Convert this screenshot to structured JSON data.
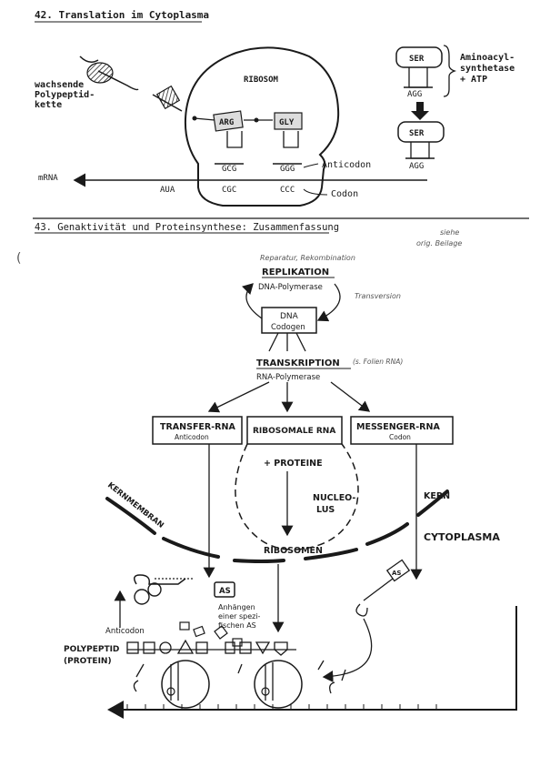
{
  "section42": {
    "title": "42. Translation im Cytoplasma",
    "wachsende": "wachsende",
    "polypeptid": "Polypeptid-",
    "kette": "kette",
    "ribosom": "RIBOSOM",
    "arg": "ARG",
    "gly": "GLY",
    "gcg": "GCG",
    "ggg": "GGG",
    "cgc": "CGC",
    "ccc": "CCC",
    "aua": "AUA",
    "mrna": "mRNA",
    "anticodon": "Anticodon",
    "codon": "Codon",
    "ser_top": "SER",
    "agg_top": "AGG",
    "ser_bottom": "SER",
    "agg_bottom": "AGG",
    "aminoacyl": "Aminoacyl-",
    "synthetase": "synthetase",
    "atp": "+ ATP"
  },
  "section43": {
    "title": "43. Genaktivität und Proteinsynthese: Zusammenfassung",
    "side_note_1": "siehe",
    "side_note_2": "orig. Beilage",
    "replication_note": "Reparatur, Rekombination",
    "replikation": "REPLIKATION",
    "dna_polymerase": "DNA-Polymerase",
    "transversion": "Transversion",
    "dna": "DNA",
    "codogen": "Codogen",
    "transkription": "TRANSKRIPTION",
    "transkription_note": "(s. Folien RNA)",
    "rna_polymerase": "RNA-Polymerase",
    "transfer_rna": "TRANSFER-RNA",
    "anticodon_box": "Anticodon",
    "ribosomale_rna": "RIBOSOMALE RNA",
    "messenger_rna": "MESSENGER-RNA",
    "codon_box": "Codon",
    "proteine": "+ PROTEINE",
    "nucleo": "NUCLEO-",
    "lus": "LUS",
    "kernmembran": "KERNMEMBRAN",
    "kern": "KERN",
    "ribosomen": "RIBOSOMEN",
    "cytoplasma": "CYTOPLASMA",
    "as": "AS",
    "as_small": "AS",
    "anhaengen_1": "Anhängen",
    "anhaengen_2": "einer spezi-",
    "anhaengen_3": "fischen AS",
    "anticodon_label": "Anticodon",
    "polypeptid_label": "POLYPEPTID",
    "protein_label": "(PROTEIN)"
  }
}
